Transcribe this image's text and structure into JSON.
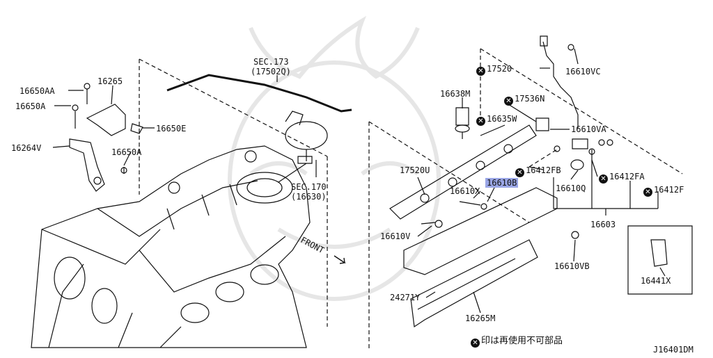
{
  "diagram_id": "J16401DM",
  "labels": {
    "p17520": "17520",
    "p16610VC": "16610VC",
    "p16638M": "16638M",
    "p17536N": "17536N",
    "p16635W": "16635W",
    "p16610VA": "16610VA",
    "p16412FB": "16412FB",
    "p16412FA": "16412FA",
    "p16412F": "16412F",
    "p16610Q": "16610Q",
    "p17520U": "17520U",
    "p16610X": "16610X",
    "p16610B": "16610B",
    "p16603": "16603",
    "p16610V": "16610V",
    "p16610VB": "16610VB",
    "p16441X": "16441X",
    "p24271Y": "24271Y",
    "p16265M": "16265M",
    "p16650AA": "16650AA",
    "p16265": "16265",
    "p16650A_top": "16650A",
    "p16650E": "16650E",
    "p16264V": "16264V",
    "p16650A_bot": "16650A",
    "sec173a": "SEC.173",
    "sec173b": "(17502Q)",
    "sec170a": "SEC.170",
    "sec170b": "(16630)",
    "front": "FRONT"
  },
  "note": "印は再使用不可部品",
  "marker_glyph": "✕",
  "colors": {
    "line": "#111111",
    "highlight": "#9aa6e6",
    "watermark": "#e6e6e6"
  }
}
